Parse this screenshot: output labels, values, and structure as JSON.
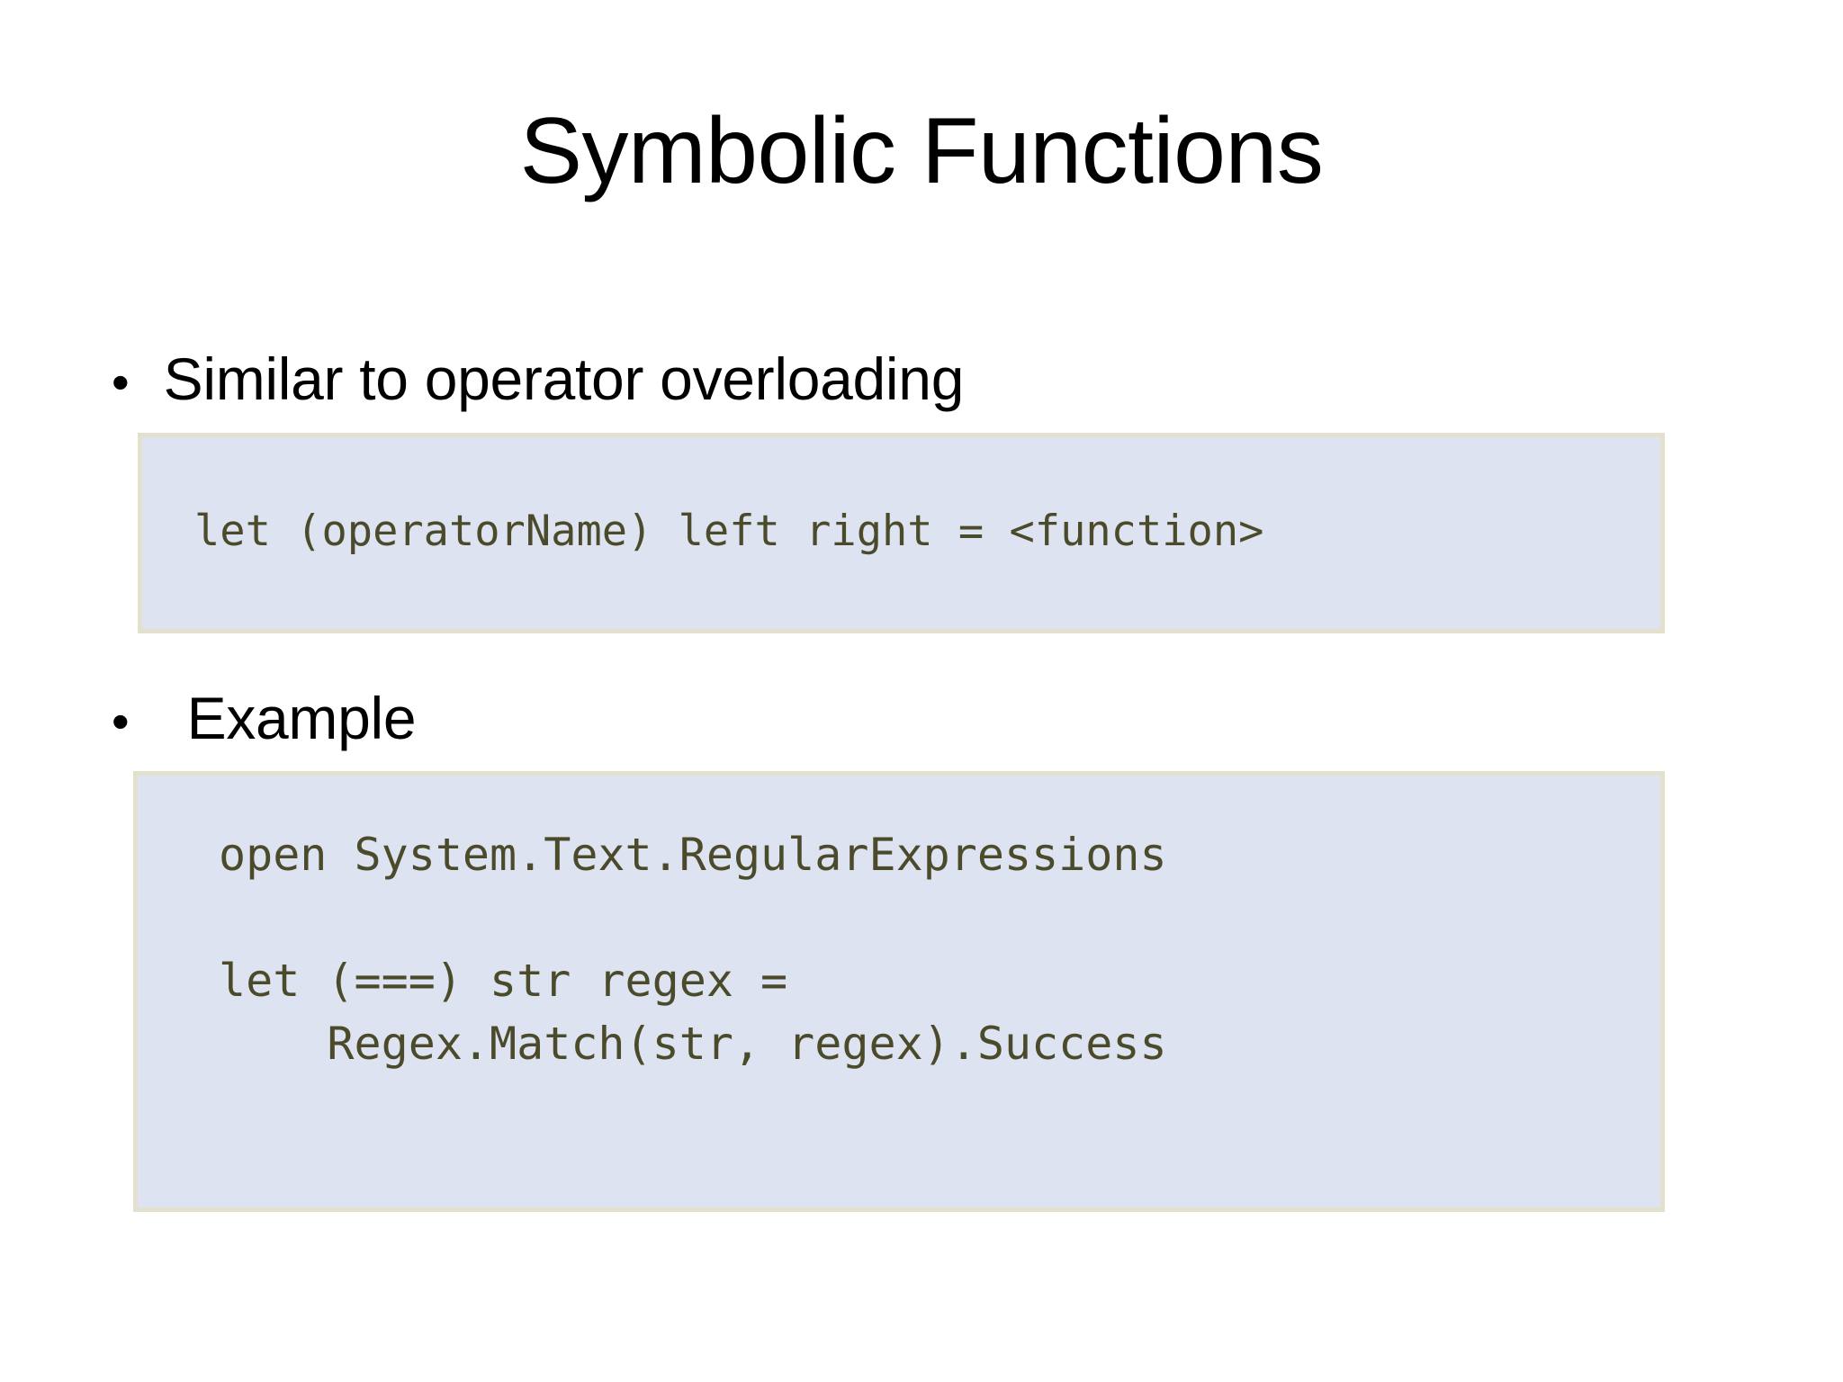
{
  "slide": {
    "title": "Symbolic Functions",
    "background_color": "#ffffff",
    "title_color": "#000000",
    "bullets": [
      {
        "marker": "•",
        "text": "Similar to operator overloading"
      },
      {
        "marker": "•",
        "text": "Example"
      }
    ],
    "code_blocks": [
      {
        "name": "operator-definition-syntax",
        "fill_color": "#dde3f0",
        "border_color": "#e3e1cd",
        "text_color": "#4b4b2c",
        "code": "let (operatorName) left right = <function>"
      },
      {
        "name": "regex-operator-example",
        "fill_color": "#dde3f0",
        "border_color": "#e3e1cd",
        "text_color": "#4b4b2c",
        "code": "open System.Text.RegularExpressions\n\nlet (===) str regex =\n    Regex.Match(str, regex).Success"
      }
    ]
  }
}
